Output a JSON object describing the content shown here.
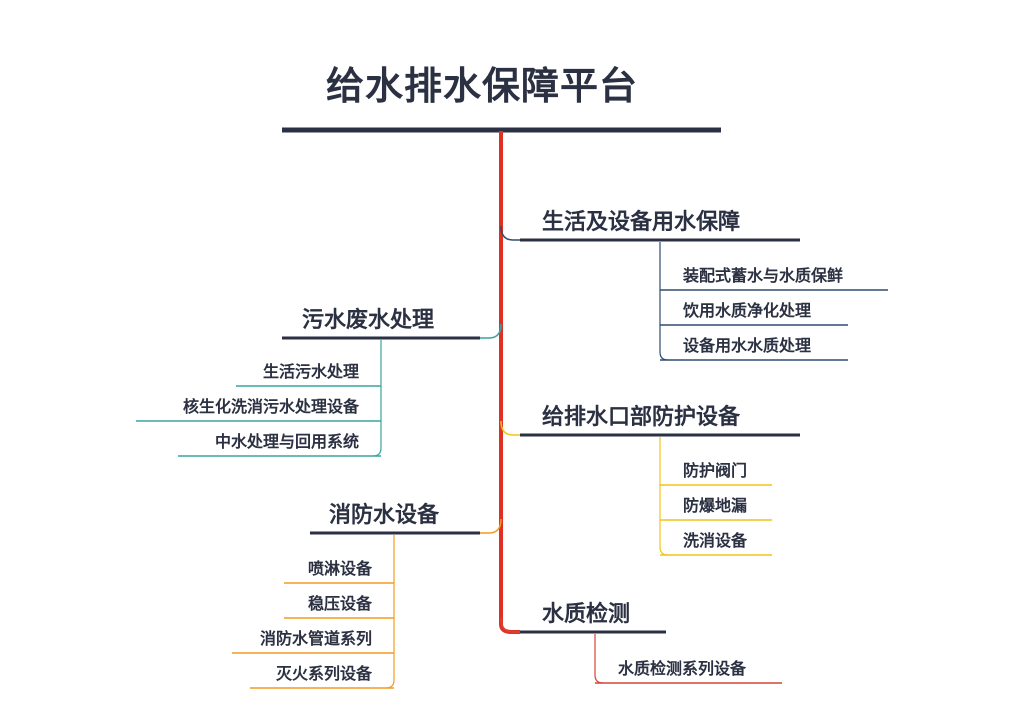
{
  "title": "给水排水保障平台",
  "colors": {
    "dark": "#2b3142",
    "trunk": "#e03024",
    "teal": "#3aa5a2",
    "navy": "#2e4c70",
    "yellow": "#f0c419",
    "orange": "#f39c22",
    "red": "#d64536"
  },
  "branches": [
    {
      "label": "生活及设备用水保障",
      "side": "right",
      "color_key": "navy",
      "children": [
        "装配式蓄水与水质保鲜",
        "饮用水质净化处理",
        "设备用水水质处理"
      ]
    },
    {
      "label": "污水废水处理",
      "side": "left",
      "color_key": "teal",
      "children": [
        "生活污水处理",
        "核生化洗消污水处理设备",
        "中水处理与回用系统"
      ]
    },
    {
      "label": "给排水口部防护设备",
      "side": "right",
      "color_key": "yellow",
      "children": [
        "防护阀门",
        "防爆地漏",
        "洗消设备"
      ]
    },
    {
      "label": "消防水设备",
      "side": "left",
      "color_key": "orange",
      "children": [
        "喷淋设备",
        "稳压设备",
        "消防水管道系列",
        "灭火系列设备"
      ]
    },
    {
      "label": "水质检测",
      "side": "right",
      "color_key": "red",
      "children": [
        "水质检测系列设备"
      ]
    }
  ]
}
